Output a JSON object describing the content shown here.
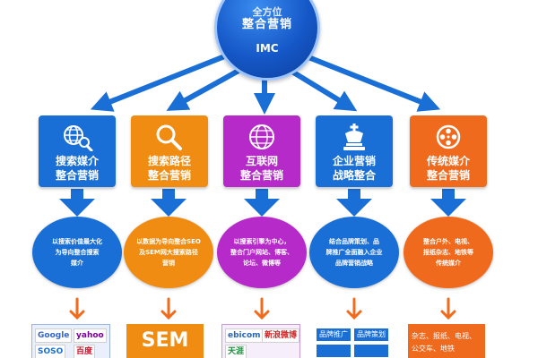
{
  "hub": {
    "small": "全方位",
    "title": "整合营销",
    "sub": "IMC",
    "color": "#1557c7"
  },
  "columns": [
    {
      "line1": "搜索媒介",
      "line2": "整合营销",
      "icon": "globe-search-icon",
      "color": "#1a6fd6",
      "oval": [
        "以搜索价值最大化",
        "为导向整合搜索",
        "媒介"
      ]
    },
    {
      "line1": "搜索路径",
      "line2": "整合营销",
      "icon": "magnifier-icon",
      "color": "#f08c12",
      "oval": [
        "以数据为导向整合SEO",
        "及SEM网大搜索路径",
        "营销"
      ]
    },
    {
      "line1": "互联网",
      "line2": "整合营销",
      "icon": "globe-icon",
      "color": "#b52ac9",
      "oval": [
        "以搜索引擎为中心，",
        "整合门户网站、博客、",
        "论坛、微博等"
      ]
    },
    {
      "line1": "企业营销",
      "line2": "战略整合",
      "icon": "chess-king-icon",
      "color": "#1a6fd6",
      "oval": [
        "结合品牌策划、品",
        "牌推广全面融入企业",
        "品牌营销战略"
      ]
    },
    {
      "line1": "传统媒介",
      "line2": "整合营销",
      "icon": "film-reel-icon",
      "color": "#f06a1e",
      "oval": [
        "整合户外、电视、",
        "报纸杂志、地铁等",
        "传统媒介"
      ]
    }
  ],
  "tiles": {
    "search_logos": [
      "Google",
      "yahoo",
      "SOSO",
      "百度"
    ],
    "sem_label": "SEM",
    "web_logos": [
      "ebicom",
      "新浪微博",
      "天涯"
    ],
    "brand_chips": [
      "品牌推广",
      "品牌策划",
      "",
      ""
    ],
    "traditional": [
      "杂志、报纸、电视、",
      "公交车、地铁"
    ]
  },
  "colors": {
    "arrow_blue": "#1a6fd6",
    "arrow_orange": "#f26a1b"
  }
}
